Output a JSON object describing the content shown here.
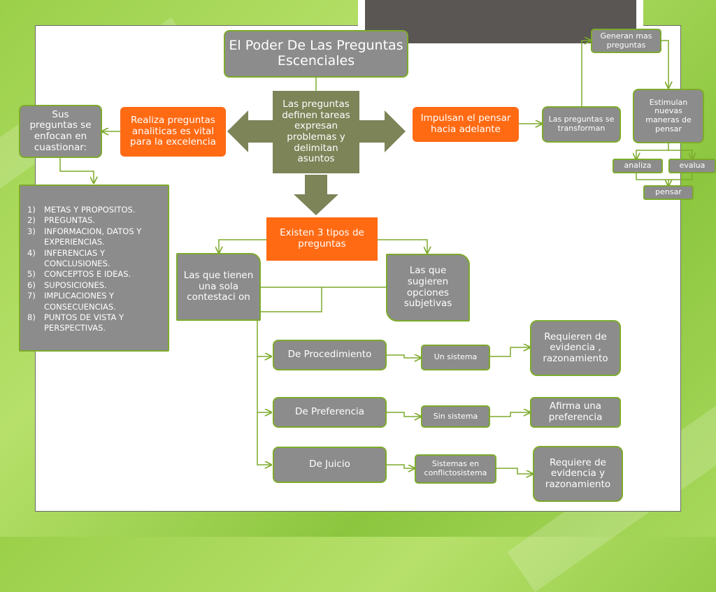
{
  "title": "El Poder De Las Preguntas Escenciales",
  "center": "Las preguntas definen tareas expresan problemas y delimitan asuntos",
  "left_orange": "Realiza preguntas analiticas es vital para la excelencia",
  "left_gray": "Sus preguntas se enfocan en cuastionar:",
  "focus_list": [
    {
      "n": "1)",
      "text": "METAS Y PROPOSITOS."
    },
    {
      "n": "2)",
      "text": "PREGUNTAS."
    },
    {
      "n": "3)",
      "text": "INFORMACION, DATOS Y EXPERIENCIAS."
    },
    {
      "n": "4)",
      "text": "INFERENCIAS Y CONCLUSIONES."
    },
    {
      "n": "5)",
      "text": "CONCEPTOS E IDEAS."
    },
    {
      "n": "6)",
      "text": "SUPOSICIONES."
    },
    {
      "n": "7)",
      "text": "IMPLICACIONES Y CONSECUENCIAS."
    },
    {
      "n": "8)",
      "text": "PUNTOS DE VISTA Y PERSPECTIVAS."
    }
  ],
  "right_orange": "Impulsan el pensar hacia adelante",
  "transform": "Las preguntas se transforman",
  "generate": "Generan mas preguntas",
  "stimulate": "Estimulan nuevas maneras de pensar",
  "analiza": "analiza",
  "evalua": "evalua",
  "pensar": "pensar",
  "types_header": "Existen 3 tipos de preguntas",
  "type_single": "Las que tienen una sola contestaci on",
  "type_subjective": "Las que sugieren opciones subjetivas",
  "kinds": [
    {
      "label": "De Procedimiento",
      "system": "Un sistema",
      "result": "Requieren de evidencia , razonamiento"
    },
    {
      "label": "De Preferencia",
      "system": "Sin sistema",
      "result": "Afirma una preferencia"
    },
    {
      "label": "De Juicio",
      "system": "Sistemas en conflictosistema",
      "result": "Requiere de evidencia y razonamiento"
    }
  ],
  "colors": {
    "orange": "#ff6a13",
    "gray": "#8c8c8c",
    "olive": "#7c8458",
    "green": "#7daa2c"
  }
}
